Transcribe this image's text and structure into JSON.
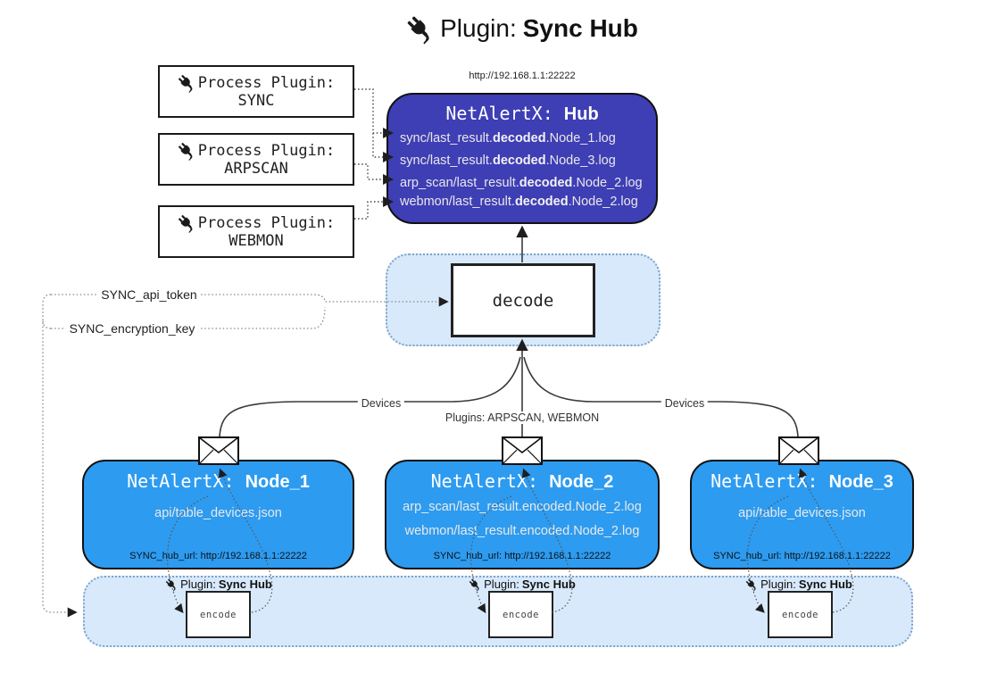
{
  "title": {
    "prefix": "Plugin: ",
    "bold": "Sync Hub"
  },
  "hub": {
    "url": "http://192.168.1.1:22222",
    "title_prefix": "NetAlertX: ",
    "title_bold": "Hub",
    "lines": [
      {
        "pre": "sync/last_result.",
        "bold": "decoded",
        "post": ".Node_1.log"
      },
      {
        "pre": "sync/last_result.",
        "bold": "decoded",
        "post": ".Node_3.log"
      },
      {
        "pre": "arp_scan/last_result.",
        "bold": "decoded",
        "post": ".Node_2.log"
      },
      {
        "pre": "webmon/last_result.",
        "bold": "decoded",
        "post": ".Node_2.log"
      }
    ]
  },
  "process_plugins": [
    {
      "heading": "Process Plugin:",
      "name": "SYNC"
    },
    {
      "heading": "Process Plugin:",
      "name": "ARPSCAN"
    },
    {
      "heading": "Process Plugin:",
      "name": "WEBMON"
    }
  ],
  "decode_label": "decode",
  "secrets": {
    "api_token": "SYNC_api_token",
    "encryption_key": "SYNC_encryption_key"
  },
  "edges": {
    "devices_left": "Devices",
    "devices_right": "Devices",
    "center": "Plugins: ARPSCAN, WEBMON"
  },
  "nodes": [
    {
      "title_prefix": "NetAlertX: ",
      "title_bold": "Node_1",
      "files": [
        "api/table_devices.json"
      ],
      "hub_url": "SYNC_hub_url: http://192.168.1.1:22222"
    },
    {
      "title_prefix": "NetAlertX: ",
      "title_bold": "Node_2",
      "files": [
        "arp_scan/last_result.encoded.Node_2.log",
        "webmon/last_result.encoded.Node_2.log"
      ],
      "hub_url": "SYNC_hub_url: http://192.168.1.1:22222"
    },
    {
      "title_prefix": "NetAlertX: ",
      "title_bold": "Node_3",
      "files": [
        "api/table_devices.json"
      ],
      "hub_url": "SYNC_hub_url: http://192.168.1.1:22222"
    }
  ],
  "encoders": [
    {
      "label_prefix": "Plugin: ",
      "label_bold": "Sync Hub",
      "box_label": "encode"
    },
    {
      "label_prefix": "Plugin: ",
      "label_bold": "Sync Hub",
      "box_label": "encode"
    },
    {
      "label_prefix": "Plugin: ",
      "label_bold": "Sync Hub",
      "box_label": "encode"
    }
  ],
  "icons": {
    "plug": "plug-icon",
    "envelope": "envelope-icon"
  },
  "colors": {
    "hub": "#3E3EB5",
    "node": "#2D9BF0",
    "band": "#D8E9FB",
    "band_border": "#7FA3C8"
  }
}
